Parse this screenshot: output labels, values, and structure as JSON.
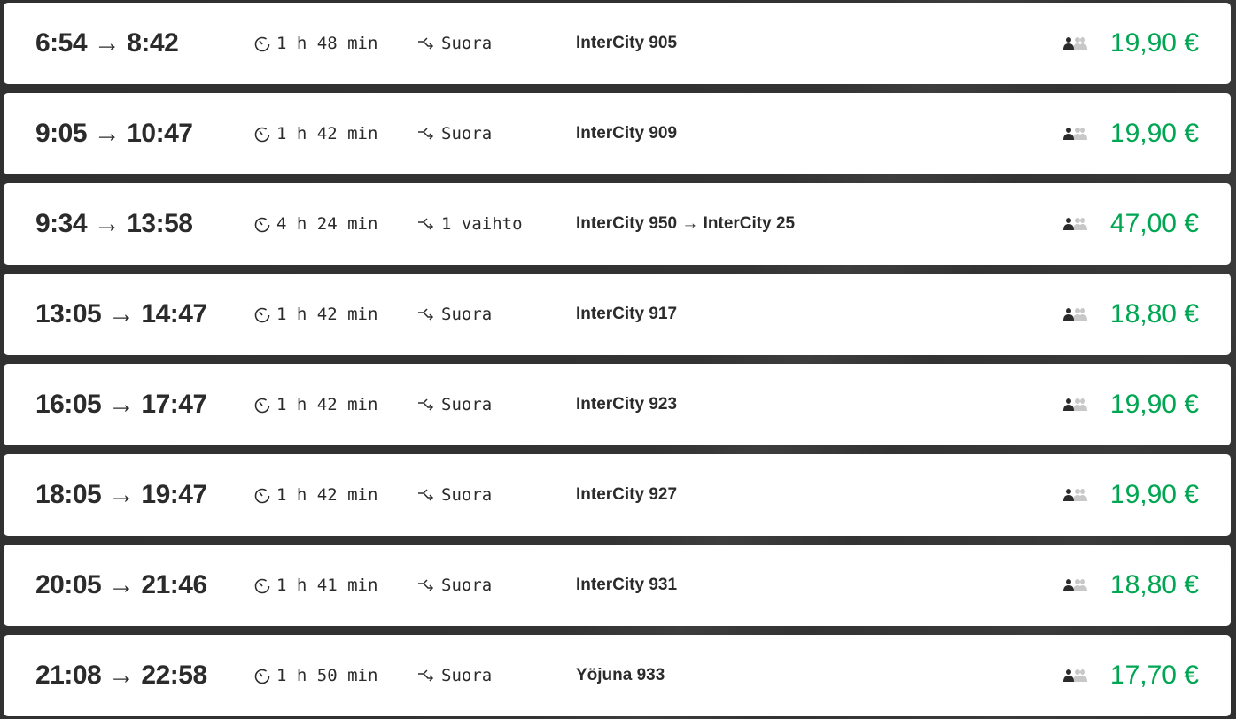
{
  "colors": {
    "price": "#00a651",
    "text": "#2b2b2b"
  },
  "connections": [
    {
      "times": "6:54 → 8:42",
      "duration": "1 h 48 min",
      "changes": "Suora",
      "train": "InterCity 905",
      "price": "19,90 €"
    },
    {
      "times": "9:05 → 10:47",
      "duration": "1 h 42 min",
      "changes": "Suora",
      "train": "InterCity 909",
      "price": "19,90 €"
    },
    {
      "times": "9:34 → 13:58",
      "duration": "4 h 24 min",
      "changes": "1 vaihto",
      "train": "InterCity 950 → InterCity 25",
      "price": "47,00 €"
    },
    {
      "times": "13:05 → 14:47",
      "duration": "1 h 42 min",
      "changes": "Suora",
      "train": "InterCity 917",
      "price": "18,80 €"
    },
    {
      "times": "16:05 → 17:47",
      "duration": "1 h 42 min",
      "changes": "Suora",
      "train": "InterCity 923",
      "price": "19,90 €"
    },
    {
      "times": "18:05 → 19:47",
      "duration": "1 h 42 min",
      "changes": "Suora",
      "train": "InterCity 927",
      "price": "19,90 €"
    },
    {
      "times": "20:05 → 21:46",
      "duration": "1 h 41 min",
      "changes": "Suora",
      "train": "InterCity 931",
      "price": "18,80 €"
    },
    {
      "times": "21:08 → 22:58",
      "duration": "1 h 50 min",
      "changes": "Suora",
      "train": "Yöjuna 933",
      "price": "17,70 €"
    }
  ]
}
